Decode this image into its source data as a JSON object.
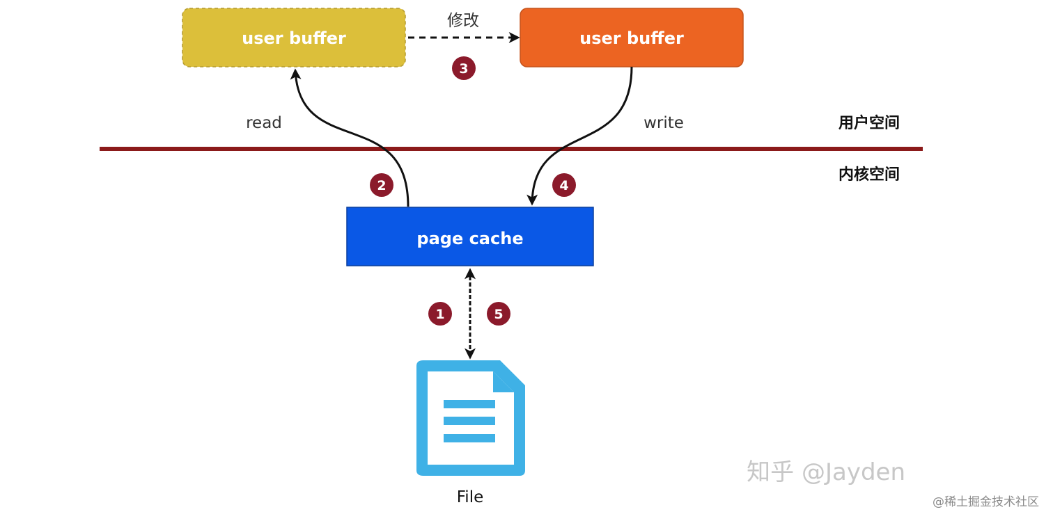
{
  "boxes": {
    "user_buffer_read": {
      "label": "user buffer",
      "color": "#dcbf3a"
    },
    "user_buffer_write": {
      "label": "user buffer",
      "color": "#ec6422"
    },
    "page_cache": {
      "label": "page cache",
      "color": "#0a58e6"
    }
  },
  "edges": {
    "modify": "修改",
    "read": "read",
    "write": "write"
  },
  "spaces": {
    "user_space": "用户空间",
    "kernel_space": "内核空间",
    "divider_color": "#8b1a1a"
  },
  "steps": [
    "1",
    "2",
    "3",
    "4",
    "5"
  ],
  "step_color": "#8b1a2b",
  "file": {
    "label": "File",
    "icon": "document-icon",
    "color": "#3fb1e6"
  },
  "watermark": {
    "main": "知乎 @Jayden",
    "source": "@稀土掘金技术社区"
  }
}
